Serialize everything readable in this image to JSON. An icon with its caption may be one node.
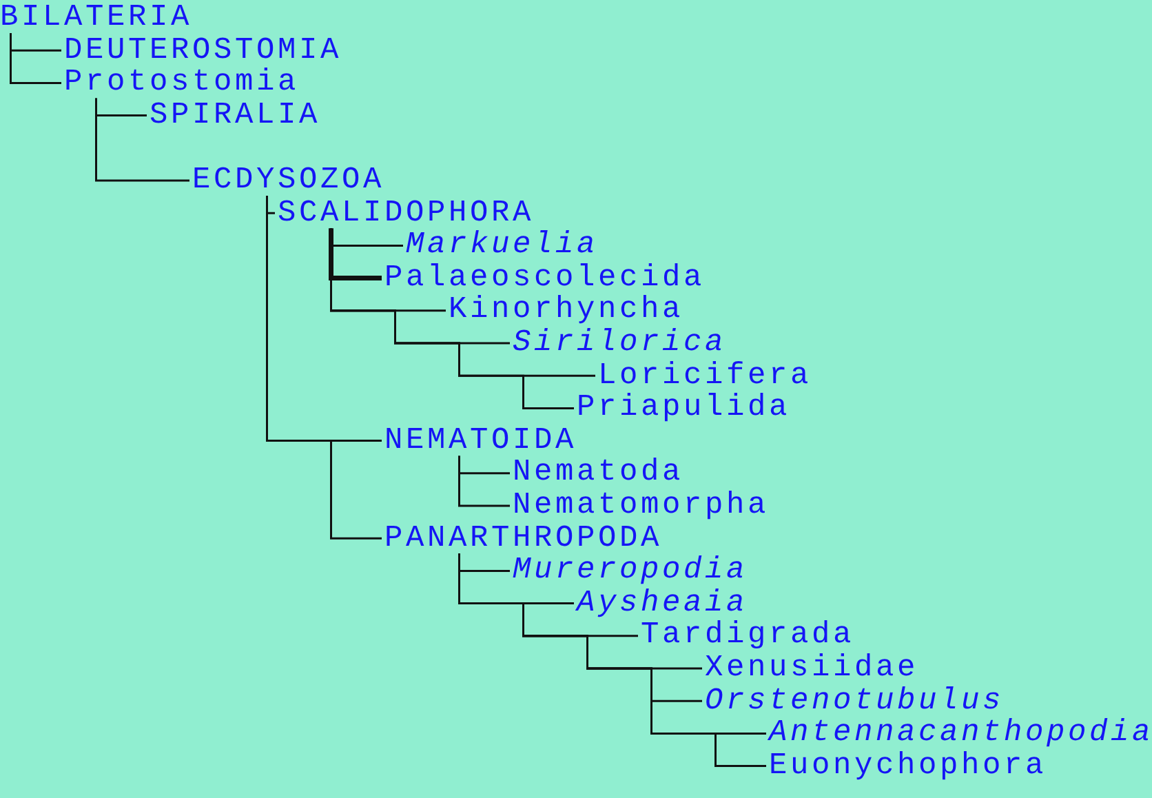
{
  "diagram": {
    "nodes": [
      {
        "text": [
          "BILATERIA"
        ]
      },
      {
        "text": [
          "DEUTEROSTOMIA"
        ]
      },
      {
        "text": [
          "Protostomia"
        ]
      },
      {
        "text": [
          "SPIRALIA"
        ]
      },
      {
        "text": [
          "ECDYSOZOA"
        ]
      },
      {
        "text": [
          "SCALIDOPHORA"
        ]
      },
      {
        "text": [
          "Markuelia"
        ]
      },
      {
        "text": [
          "Palaeoscolecida"
        ]
      },
      {
        "text": [
          "Kinorhyncha"
        ]
      },
      {
        "text": [
          "Sirilorica"
        ]
      },
      {
        "text": [
          "Loricifera"
        ]
      },
      {
        "text": [
          "Priapulida"
        ]
      },
      {
        "text": [
          "NEMATOIDA"
        ]
      },
      {
        "text": [
          "Nematoda"
        ]
      },
      {
        "text": [
          "Nematomorpha"
        ]
      },
      {
        "text": [
          "PANARTHROPODA"
        ]
      },
      {
        "text": [
          "Mureropodia"
        ]
      },
      {
        "text": [
          "Aysheaia"
        ]
      },
      {
        "text": [
          "Tardigrada"
        ]
      },
      {
        "text": [
          "Xenusiidae"
        ]
      },
      {
        "text": [
          "Orstenotubulus"
        ]
      },
      {
        "text": [
          "Antennacanthopodia"
        ]
      },
      {
        "text": [
          "Euonychophora"
        ]
      }
    ],
    "edges": [
      {
        "from": 0,
        "to": 1,
        "arrow": "none"
      },
      {
        "from": 0,
        "to": 2,
        "arrow": "none"
      },
      {
        "from": 2,
        "to": 3,
        "arrow": "none"
      },
      {
        "from": 2,
        "to": 4,
        "arrow": "none"
      },
      {
        "from": 4,
        "to": 5,
        "arrow": "none"
      },
      {
        "from": 5,
        "to": 6,
        "arrow": "none"
      },
      {
        "from": 5,
        "to": 7,
        "arrow": "none",
        "style": "thick"
      },
      {
        "from": 5,
        "to": 8,
        "arrow": "none"
      },
      {
        "from": 5,
        "to": 9,
        "arrow": "none"
      },
      {
        "from": 5,
        "to": 10,
        "arrow": "none"
      },
      {
        "from": 5,
        "to": 11,
        "arrow": "none"
      },
      {
        "from": 4,
        "to": 12,
        "arrow": "none"
      },
      {
        "from": 4,
        "to": 15,
        "arrow": "none"
      },
      {
        "from": 12,
        "to": 13,
        "arrow": "none"
      },
      {
        "from": 12,
        "to": 14,
        "arrow": "none"
      },
      {
        "from": 15,
        "to": 16,
        "arrow": "none"
      },
      {
        "from": 15,
        "to": 17,
        "arrow": "none"
      },
      {
        "from": 15,
        "to": 18,
        "arrow": "none"
      },
      {
        "from": 15,
        "to": 19,
        "arrow": "none"
      },
      {
        "from": 15,
        "to": 20,
        "arrow": "none"
      },
      {
        "from": 15,
        "to": 21,
        "arrow": "none"
      },
      {
        "from": 15,
        "to": 22,
        "arrow": "none"
      }
    ]
  }
}
